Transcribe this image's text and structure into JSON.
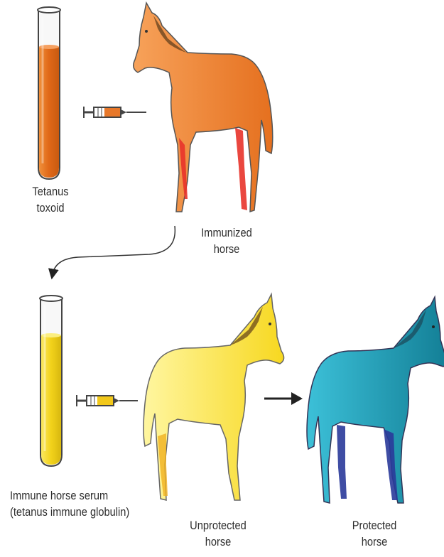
{
  "labels": {
    "tetanus_toxoid": [
      "Tetanus",
      "toxoid"
    ],
    "immunized_horse": [
      "Immunized",
      "horse"
    ],
    "immune_serum": [
      "Immune horse serum",
      "(tetanus immune globulin)"
    ],
    "unprotected_horse": [
      "Unprotected",
      "horse"
    ],
    "protected_horse": [
      "Protected",
      "horse"
    ]
  },
  "colors": {
    "toxoid": "#e8782a",
    "immunized_horse": "#f08a3a",
    "immunized_legs": "#e8332a",
    "serum": "#f2d21a",
    "unprotected_horse": "#f7e23a",
    "unprotected_legs": "#f0b020",
    "protected_horse": "#1aa0b8",
    "protected_legs": "#2a3a9a",
    "arrow": "#222222"
  }
}
